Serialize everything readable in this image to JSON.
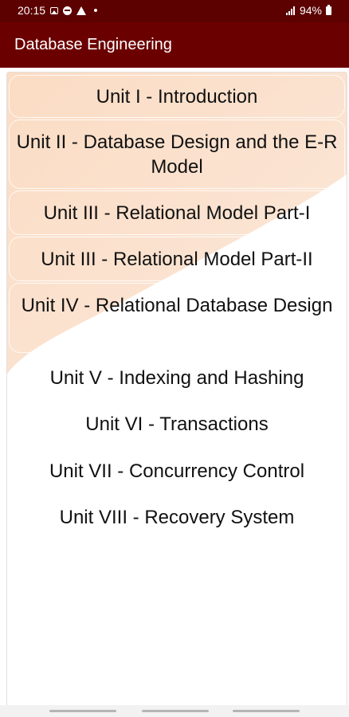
{
  "status_bar": {
    "time": "20:15",
    "battery": "94%",
    "icons": [
      "gallery-icon",
      "do-not-disturb-icon",
      "warning-icon",
      "notification-dot-icon",
      "signal-icon",
      "battery-icon"
    ]
  },
  "app_bar": {
    "title": "Database Engineering"
  },
  "colors": {
    "status_bar": "#5c0000",
    "app_bar": "#6b0000",
    "wave_fill": "#fbe3d1"
  },
  "units": [
    {
      "label": "Unit I - Introduction"
    },
    {
      "label": "Unit II - Database Design and the E-R Model"
    },
    {
      "label": "Unit III - Relational Model Part-I"
    },
    {
      "label": "Unit III - Relational Model Part-II"
    },
    {
      "label": "Unit IV - Relational Database Design"
    },
    {
      "label": "Unit V - Indexing and Hashing"
    },
    {
      "label": "Unit VI - Transactions"
    },
    {
      "label": "Unit VII - Concurrency Control"
    },
    {
      "label": "Unit VIII - Recovery System"
    }
  ]
}
